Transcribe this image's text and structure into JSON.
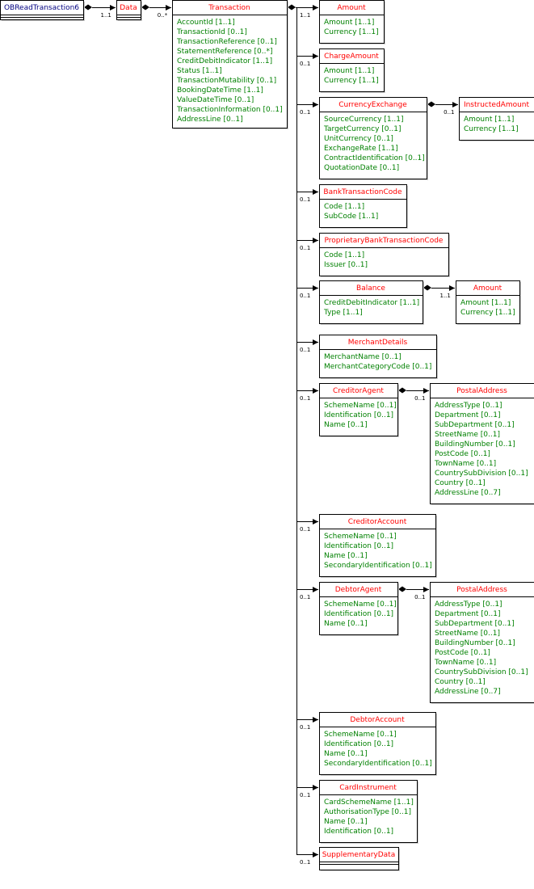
{
  "colors": {
    "root_title": "#000080",
    "entity_title": "#ff0000",
    "attribute": "#008000",
    "line": "#000000"
  },
  "entities": {
    "root": {
      "title": "OBReadTransaction6",
      "attrs": []
    },
    "data": {
      "title": "Data",
      "attrs": []
    },
    "transaction": {
      "title": "Transaction",
      "attrs": [
        "AccountId [1..1]",
        "TransactionId [0..1]",
        "TransactionReference [0..1]",
        "StatementReference [0..*]",
        "CreditDebitIndicator [1..1]",
        "Status [1..1]",
        "TransactionMutability [0..1]",
        "BookingDateTime [1..1]",
        "ValueDateTime [0..1]",
        "TransactionInformation [0..1]",
        "AddressLine [0..1]"
      ]
    },
    "amount": {
      "title": "Amount",
      "attrs": [
        "Amount [1..1]",
        "Currency [1..1]"
      ]
    },
    "charge_amount": {
      "title": "ChargeAmount",
      "attrs": [
        "Amount [1..1]",
        "Currency [1..1]"
      ]
    },
    "currency_exchange": {
      "title": "CurrencyExchange",
      "attrs": [
        "SourceCurrency [1..1]",
        "TargetCurrency [0..1]",
        "UnitCurrency [0..1]",
        "ExchangeRate [1..1]",
        "ContractIdentification [0..1]",
        "QuotationDate [0..1]"
      ]
    },
    "instructed_amount": {
      "title": "InstructedAmount",
      "attrs": [
        "Amount [1..1]",
        "Currency [1..1]"
      ]
    },
    "bank_transaction_code": {
      "title": "BankTransactionCode",
      "attrs": [
        "Code [1..1]",
        "SubCode [1..1]"
      ]
    },
    "proprietary_btc": {
      "title": "ProprietaryBankTransactionCode",
      "attrs": [
        "Code [1..1]",
        "Issuer [0..1]"
      ]
    },
    "balance": {
      "title": "Balance",
      "attrs": [
        "CreditDebitIndicator [1..1]",
        "Type [1..1]"
      ]
    },
    "balance_amount": {
      "title": "Amount",
      "attrs": [
        "Amount [1..1]",
        "Currency [1..1]"
      ]
    },
    "merchant_details": {
      "title": "MerchantDetails",
      "attrs": [
        "MerchantName [0..1]",
        "MerchantCategoryCode [0..1]"
      ]
    },
    "creditor_agent": {
      "title": "CreditorAgent",
      "attrs": [
        "SchemeName [0..1]",
        "Identification [0..1]",
        "Name [0..1]"
      ]
    },
    "creditor_postal": {
      "title": "PostalAddress",
      "attrs": [
        "AddressType [0..1]",
        "Department [0..1]",
        "SubDepartment [0..1]",
        "StreetName [0..1]",
        "BuildingNumber [0..1]",
        "PostCode [0..1]",
        "TownName [0..1]",
        "CountrySubDivision [0..1]",
        "Country [0..1]",
        "AddressLine [0..7]"
      ]
    },
    "creditor_account": {
      "title": "CreditorAccount",
      "attrs": [
        "SchemeName [0..1]",
        "Identification [0..1]",
        "Name [0..1]",
        "SecondaryIdentification [0..1]"
      ]
    },
    "debtor_agent": {
      "title": "DebtorAgent",
      "attrs": [
        "SchemeName [0..1]",
        "Identification [0..1]",
        "Name [0..1]"
      ]
    },
    "debtor_postal": {
      "title": "PostalAddress",
      "attrs": [
        "AddressType [0..1]",
        "Department [0..1]",
        "SubDepartment [0..1]",
        "StreetName [0..1]",
        "BuildingNumber [0..1]",
        "PostCode [0..1]",
        "TownName [0..1]",
        "CountrySubDivision [0..1]",
        "Country [0..1]",
        "AddressLine [0..7]"
      ]
    },
    "debtor_account": {
      "title": "DebtorAccount",
      "attrs": [
        "SchemeName [0..1]",
        "Identification [0..1]",
        "Name [0..1]",
        "SecondaryIdentification [0..1]"
      ]
    },
    "card_instrument": {
      "title": "CardInstrument",
      "attrs": [
        "CardSchemeName [1..1]",
        "AuthorisationType [0..1]",
        "Name [0..1]",
        "Identification [0..1]"
      ]
    },
    "supplementary_data": {
      "title": "SupplementaryData",
      "attrs": []
    }
  },
  "connections": [
    {
      "from": "root",
      "to": "data",
      "card": "1..1"
    },
    {
      "from": "data",
      "to": "transaction",
      "card": "0..*"
    },
    {
      "from": "transaction",
      "to": "amount",
      "card": "1..1"
    },
    {
      "from": "transaction",
      "to": "charge_amount",
      "card": "0..1"
    },
    {
      "from": "transaction",
      "to": "currency_exchange",
      "card": "0..1"
    },
    {
      "from": "currency_exchange",
      "to": "instructed_amount",
      "card": "0..1"
    },
    {
      "from": "transaction",
      "to": "bank_transaction_code",
      "card": "0..1"
    },
    {
      "from": "transaction",
      "to": "proprietary_btc",
      "card": "0..1"
    },
    {
      "from": "transaction",
      "to": "balance",
      "card": "0..1"
    },
    {
      "from": "balance",
      "to": "balance_amount",
      "card": "1..1"
    },
    {
      "from": "transaction",
      "to": "merchant_details",
      "card": "0..1"
    },
    {
      "from": "transaction",
      "to": "creditor_agent",
      "card": "0..1"
    },
    {
      "from": "creditor_agent",
      "to": "creditor_postal",
      "card": "0..1"
    },
    {
      "from": "transaction",
      "to": "creditor_account",
      "card": "0..1"
    },
    {
      "from": "transaction",
      "to": "debtor_agent",
      "card": "0..1"
    },
    {
      "from": "debtor_agent",
      "to": "debtor_postal",
      "card": "0..1"
    },
    {
      "from": "transaction",
      "to": "debtor_account",
      "card": "0..1"
    },
    {
      "from": "transaction",
      "to": "card_instrument",
      "card": "0..1"
    },
    {
      "from": "transaction",
      "to": "supplementary_data",
      "card": "0..1"
    }
  ]
}
